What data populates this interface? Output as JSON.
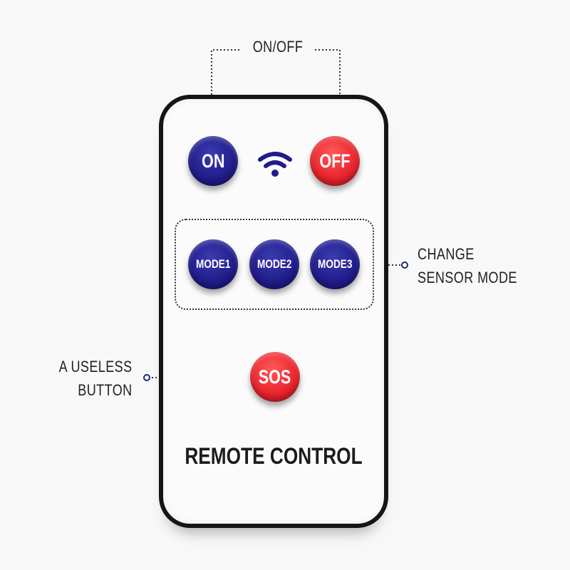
{
  "annotations": {
    "onoff": "ON/OFF",
    "sensor_line1": "CHANGE",
    "sensor_line2": "SENSOR MODE",
    "useless_line1": "A USELESS",
    "useless_line2": "BUTTON"
  },
  "remote": {
    "on_label": "ON",
    "off_label": "OFF",
    "mode_labels": [
      "MODE1",
      "MODE2",
      "MODE3"
    ],
    "sos_label": "SOS",
    "title": "REMOTE CONTROL"
  },
  "colors": {
    "blue": "#201c8a",
    "red": "#e8232b",
    "outline": "#151515",
    "annotation_dot": "#1f2a6e"
  },
  "icons": {
    "wireless": "wifi-icon"
  }
}
